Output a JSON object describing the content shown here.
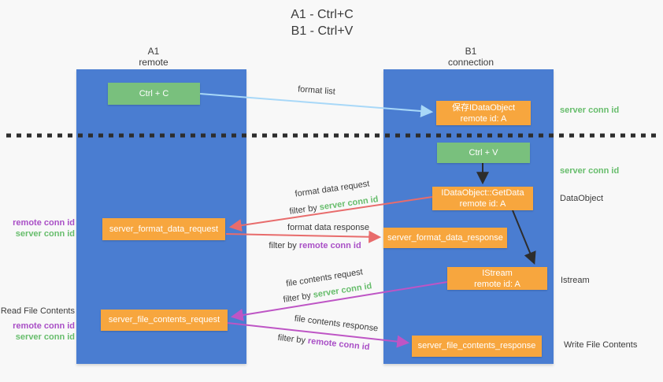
{
  "title": {
    "line1": "A1 - Ctrl+C",
    "line2": "B1 - Ctrl+V"
  },
  "column_a": {
    "title": "A1",
    "subtitle": "remote"
  },
  "column_b": {
    "title": "B1",
    "subtitle": "connection"
  },
  "boxes": {
    "ctrl_c": "Ctrl + C",
    "ctrl_v": "Ctrl + V",
    "save_dataobject_line1": "保存IDataObject",
    "save_dataobject_line2": "remote id: A",
    "getdata_line1": "IDataObject::GetData",
    "getdata_line2": "remote id: A",
    "istream_line1": "IStream",
    "istream_line2": "remote id: A",
    "format_request": "server_format_data_request",
    "format_response": "server_format_data_response",
    "file_request": "server_file_contents_request",
    "file_response": "server_file_contents_response"
  },
  "arrow_labels": {
    "format_list": "format list",
    "format_data_request": "format data request",
    "format_data_request_filter_prefix": "filter by",
    "format_data_request_filter_value": "server conn id",
    "format_data_response": "format data response",
    "format_data_response_filter_prefix": "filter by",
    "format_data_response_filter_value": "remote conn id",
    "file_contents_request": "file contents request",
    "file_contents_request_filter_prefix": "filter by",
    "file_contents_request_filter_value": "server conn id",
    "file_contents_response": "file contents response",
    "file_contents_response_filter_prefix": "filter by",
    "file_contents_response_filter_value": "remote conn id"
  },
  "side_labels": {
    "left_format_remote": "remote conn id",
    "left_format_server": "server conn id",
    "read_file_contents": "Read File Contents",
    "left_file_remote": "remote conn id",
    "left_file_server": "server conn id",
    "right_server_conn_id_1": "server conn id",
    "right_server_conn_id_2": "server conn id",
    "dataobject": "DataObject",
    "istream": "Istream",
    "write_file_contents": "Write File Contents"
  },
  "colors": {
    "column_blue": "#4a7dd1",
    "box_green": "#79c07d",
    "box_orange": "#f7a63e",
    "arrow_lightblue": "#a8d8f8",
    "arrow_red": "#e86c6c",
    "arrow_magenta": "#be55c5",
    "arrow_black": "#2d2d2d",
    "text_green": "#67bd6c",
    "text_purple": "#a94fc6",
    "text_dark": "#3b3b3b",
    "background": "#f8f8f8"
  }
}
